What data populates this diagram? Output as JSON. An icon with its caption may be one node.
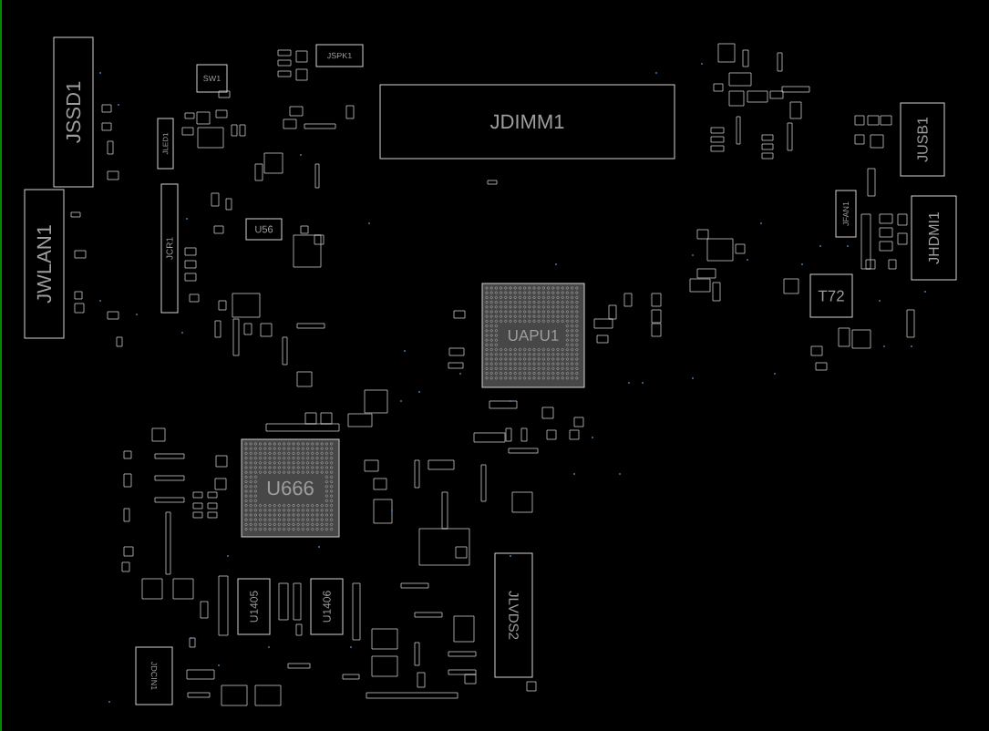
{
  "diagram": {
    "nodes": [
      {
        "text": [
          "JSSD1"
        ]
      },
      {
        "text": [
          "JWLAN1"
        ]
      },
      {
        "text": [
          "SW1"
        ]
      },
      {
        "text": [
          "JSPK1"
        ]
      },
      {
        "text": [
          "JLED1"
        ]
      },
      {
        "text": [
          "JCR1"
        ]
      },
      {
        "text": [
          "U56"
        ]
      },
      {
        "text": [
          "JDIMM1"
        ]
      },
      {
        "text": [
          "JUSB1"
        ]
      },
      {
        "text": [
          "JFAN1"
        ]
      },
      {
        "text": [
          "JHDMI1"
        ]
      },
      {
        "text": [
          "T72"
        ]
      },
      {
        "text": [
          "UAPU1"
        ]
      },
      {
        "text": [
          "U666"
        ]
      },
      {
        "text": [
          "U1405"
        ]
      },
      {
        "text": [
          "U1406"
        ]
      },
      {
        "text": [
          "JDCIN1"
        ]
      },
      {
        "text": [
          "JLVDS2"
        ]
      }
    ]
  }
}
